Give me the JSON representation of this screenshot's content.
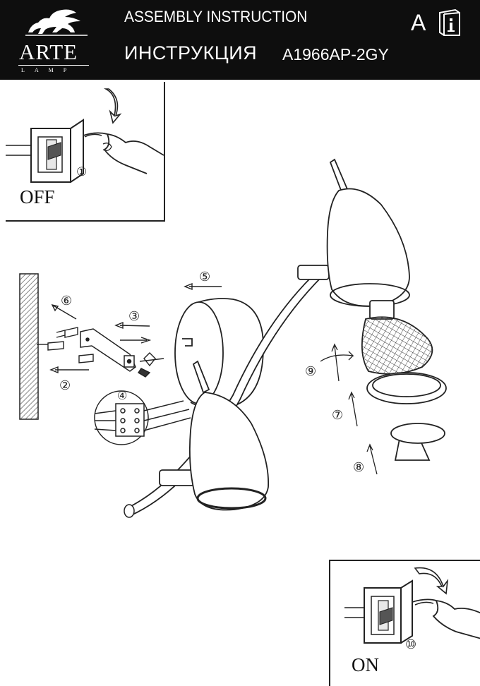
{
  "header": {
    "brand": "ARTE",
    "brand_sub": "LAMP",
    "title_en": "ASSEMBLY INSTRUCTION",
    "title_ru": "ИНСТРУКЦИЯ",
    "model": "A1966AP-2GY",
    "lang_letter": "A",
    "info_icon": "info-book-icon"
  },
  "panels": {
    "off_label": "OFF",
    "on_label": "ON"
  },
  "steps": {
    "s1": "①",
    "s2": "②",
    "s3": "③",
    "s4": "④",
    "s5": "⑤",
    "s6": "⑥",
    "s7": "⑦",
    "s8": "⑧",
    "s9": "⑨",
    "s10": "⑩"
  },
  "colors": {
    "header_bg": "#0e0e0e",
    "line": "#222222"
  }
}
